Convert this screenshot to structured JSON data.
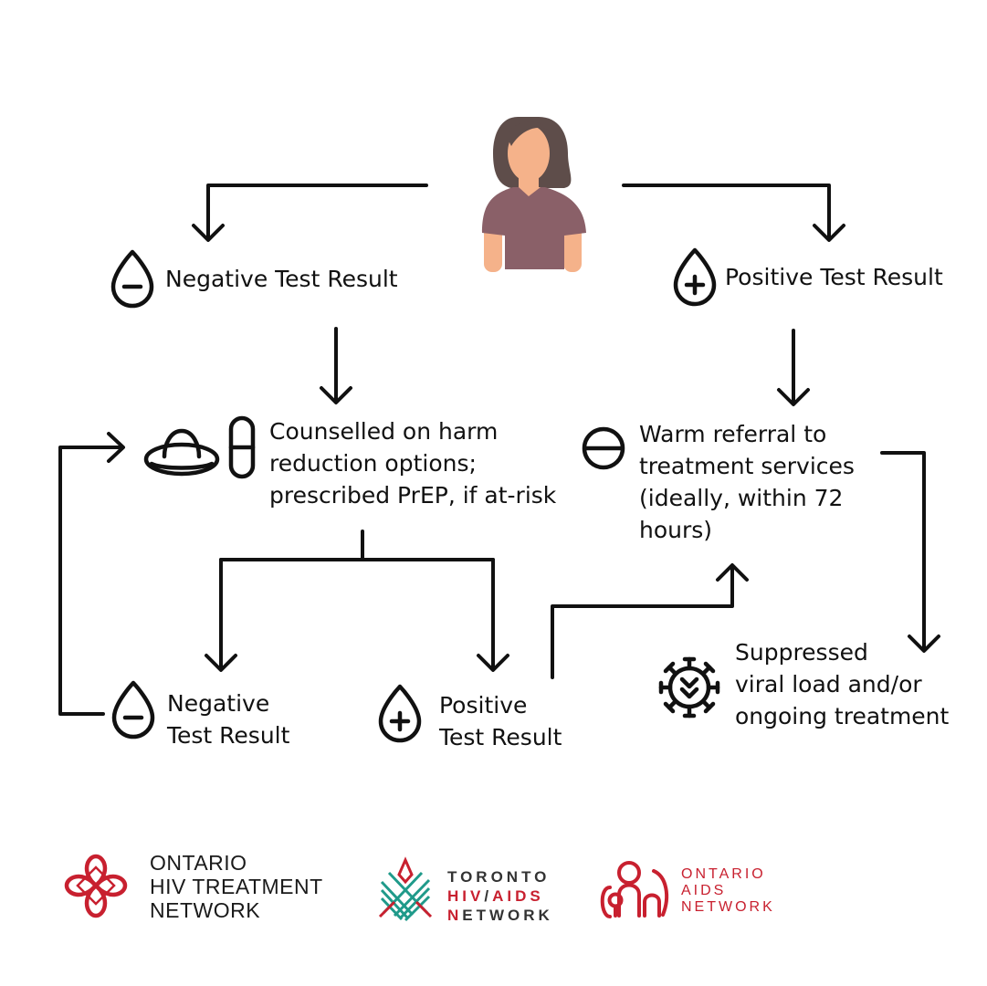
{
  "colors": {
    "ink": "#111111",
    "brand_red": "#c8202f",
    "shirt": "#8a6068",
    "skin": "#f5b28a",
    "hair": "#5e4d4a",
    "teal": "#1f9a8a"
  },
  "icons": {
    "person": "woman-avatar-icon",
    "negative": "blood-drop-minus-icon",
    "positive": "blood-drop-plus-icon",
    "condom": "condom-icon",
    "pill": "pill-capsule-icon",
    "referral": "circle-minus-icon",
    "virus": "virus-suppressed-icon"
  },
  "nodes": {
    "negative_top": "Negative Test Result",
    "positive_top": "Positive Test Result",
    "counselled": [
      "Counselled on harm",
      "reduction options;",
      "prescribed PrEP, if at-risk"
    ],
    "warm_referral": [
      "Warm referral to",
      "treatment services",
      "(ideally, within 72",
      "hours)"
    ],
    "negative_bottom": [
      "Negative",
      "Test Result"
    ],
    "positive_bottom": [
      "Positive",
      "Test Result"
    ],
    "suppressed": [
      "Suppressed",
      "viral load and/or",
      "ongoing treatment"
    ]
  },
  "logos": {
    "ohtn": [
      "ONTARIO",
      "HIV TREATMENT",
      "NETWORK"
    ],
    "tha": {
      "line1": "TORONTO",
      "line2_a": "HIV",
      "line2_sep": "/",
      "line2_b": "AIDS",
      "line3_n": "N",
      "line3_rest": "ETWORK"
    },
    "oan": [
      "ONTARIO",
      "AIDS",
      "NETWORK"
    ]
  }
}
